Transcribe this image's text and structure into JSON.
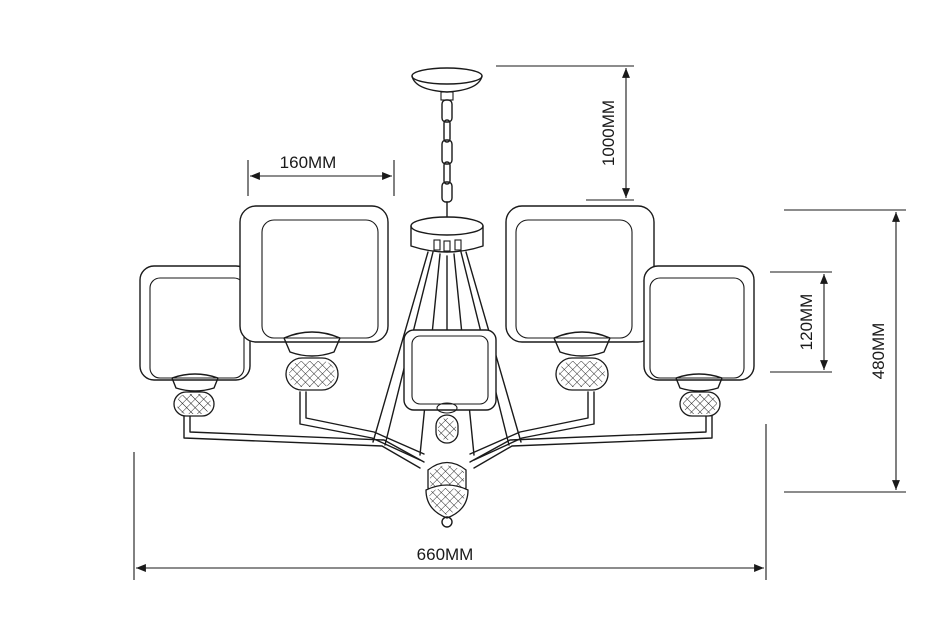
{
  "dimensions": {
    "chain_drop": "1000MM",
    "shade_width": "160MM",
    "shade_height": "120MM",
    "total_height": "480MM",
    "total_width": "660MM"
  },
  "colors": {
    "line": "#1a1a1a",
    "background": "#ffffff"
  }
}
